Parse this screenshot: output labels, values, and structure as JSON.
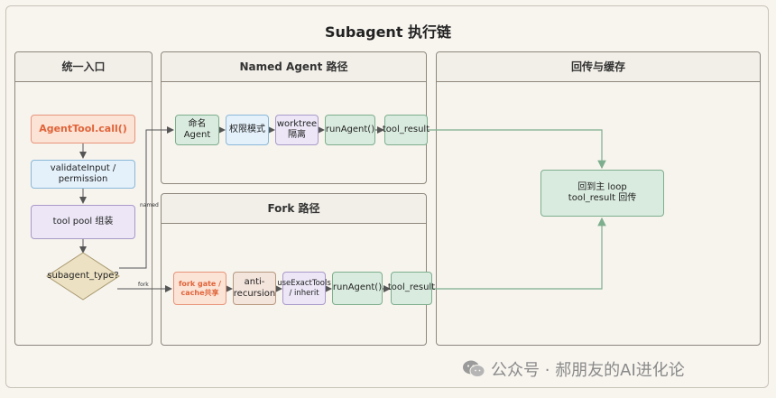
{
  "title": "Subagent 执行链",
  "panels": {
    "entry": "统一入口",
    "named": "Named Agent 路径",
    "fork": "Fork 路径",
    "return": "回传与缓存"
  },
  "nodes": {
    "agent_tool_call": "AgentTool.call()",
    "validate_input": "validateInput / permission",
    "tool_pool": "tool pool 组装",
    "subagent_type": "subagent_type?",
    "named_agent": "命名\nAgent",
    "perm_mode": "权限模式",
    "worktree": "worktree\n隔离",
    "run_agent_named": "runAgent()",
    "tool_result_named": "tool_result",
    "fork_gate": "fork gate /\ncache共享",
    "anti_recursion": "anti-\nrecursion",
    "use_exact_tools": "useExactTools\n/ inherit",
    "run_agent_fork": "runAgent()",
    "tool_result_fork": "tool_result",
    "return_main": "回到主 loop\ntool_result 回传"
  },
  "edge_labels": {
    "named": "named",
    "fork": "fork"
  },
  "watermark": "公众号 · 郝朋友的AI进化论",
  "colors": {
    "orange": "#e8957a",
    "blue": "#8ab8d8",
    "purple": "#a99ac9",
    "green": "#7dae8d",
    "tan": "#b8987f",
    "edge": "#555555",
    "edge_green": "#7dae8d"
  }
}
